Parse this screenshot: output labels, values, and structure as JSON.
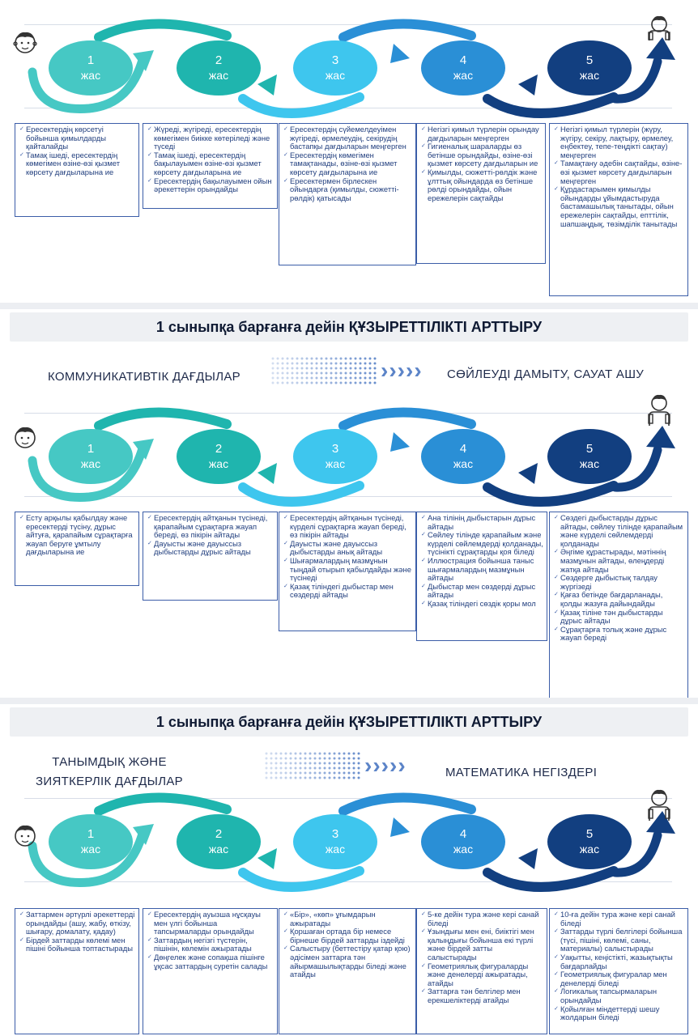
{
  "ages": [
    {
      "num": "1",
      "unit": "жас",
      "color": "#46c8c4"
    },
    {
      "num": "2",
      "unit": "жас",
      "color": "#1fb5ae"
    },
    {
      "num": "3",
      "unit": "жас",
      "color": "#3ec6ee"
    },
    {
      "num": "4",
      "unit": "жас",
      "color": "#2a8fd6"
    },
    {
      "num": "5",
      "unit": "жас",
      "color": "#123f80"
    }
  ],
  "banner_title": "1 сыныпқа барғанға дейін ҚҰЗЫРЕТТІЛІКТІ  АРТТЫРУ",
  "section1": {
    "boxes": [
      [
        "Ересектердің көрсетуі бойынша қимылдарды қайталайды",
        "Тамақ ішеді, ересектердің көмегімен өзіне-өзі қызмет көрсету дағдыларына ие"
      ],
      [
        "Жүреді, жүгіреді, ересектердің көмегімен биікке көтеріледі және түседі",
        "Тамақ ішеді, ересектердің бақылауымен өзіне-өзі қызмет көрсету дағдыларына ие",
        "Ересектердің бақылауымен ойын әрекеттерін орындайды"
      ],
      [
        "Ересектердің сүйемелдеуімен жүгіреді, өрмелеудің, секірудің бастапқы дағдыларын меңгерген",
        "Ересектердің көмегімен тамақтанады, өзіне-өзі қызмет көрсету дағдыларына ие",
        "Ересектермен бірлескен ойындарға (қимылды, сюжетті-рөлдік) қатысады"
      ],
      [
        "Негізгі қимыл түрлерін орындау дағдыларын меңгерген",
        "Гигиеналық шараларды өз бетінше орындайды, өзіне-өзі қызмет көрсету дағдыларын ие",
        "Қимылды, сюжетті-рөлдік және ұлттық ойындарда өз бетінше рөлді орындайды, ойын ережелерін сақтайды"
      ],
      [
        "Негізгі қимыл түрлерін (жүру, жүгіру, секіру, лақтыру, өрмелеу, еңбектеу, тепе-теңдікті сақтау) меңгерген",
        "Тамақтану әдебін сақтайды, өзіне-өзі қызмет көрсету дағдыларын меңгерген",
        "Құрдастарымен қимылды ойындарды ұйымдастыруда бастамашылық танытады, ойын ережелерін сақтайды, епттілік, шапшаңдық, төзімділік танытады"
      ]
    ]
  },
  "section2": {
    "skill_left": "КОММУНИКАТИВТІК ДАҒДЫЛАР",
    "skill_right": "СӨЙЛЕУДІ ДАМЫТУ, САУАТ АШУ",
    "boxes": [
      [
        "Есту арқылы қабылдау және ересектерді түсіну, дұрыс айтуға, қарапайым сұрақтарға жауап беруге ұмтылу дағдыларына ие"
      ],
      [
        "Ересектердің айтқанын түсінеді, қарапайым сұрақтарға жауап береді, өз пікірін айтады",
        "Дауысты және дауыссыз дыбыстарды дұрыс айтады"
      ],
      [
        "Ересектердің айтқанын түсінеді, күрделі сұрақтарға жауап береді, өз пікірін айтады",
        "Дауысты және дауыссыз дыбыстарды анық айтады",
        "Шығармалардың мазмұнын тыңдай отырып қабылдайды және түсінеді",
        "Қазақ тіліндегі дыбыстар мен сөздерді айтады"
      ],
      [
        "Ана тілінің дыбыстарын дұрыс айтады",
        "Сөйлеу тілінде қарапайым және күрделі сөйлемдерді қолданады, түсінікті сұрақтарды қоя біледі",
        "Иллюстрация бойынша таныс шығармалардың мазмұнын айтады",
        "Дыбыстар мен сөздерді дұрыс айтады",
        "Қазақ тіліндегі сөздік қоры мол"
      ],
      [
        "Сөздегі дыбыстарды дұрыс айтады, сөйлеу тілінде қарапайым және күрделі сөйлемдерді қолданады",
        "Әңгіме құрастырады, мәтіннің мазмұнын айтады, өлеңдерді жатқа айтады",
        "Сөздерге дыбыстық талдау жүргізеді",
        "Қағаз бетінде бағдарланады, қолды жазуға дайындайды",
        "Қазақ тіліне тән дыбыстарды дұрыс айтады",
        "Сұрақтарға толық және дұрыс жауап береді"
      ]
    ]
  },
  "section3": {
    "skill_left": "ТАНЫМДЫҚ ЖӘНЕ ЗИЯТКЕРЛІК ДАҒДЫЛАР",
    "skill_right": "МАТЕМАТИКА НЕГІЗДЕРІ",
    "boxes": [
      [
        "Заттармен әртүрлі әрекеттерді орындайды (ашу, жабу, өткізу, шығару, домалату, қадау)",
        "Бірдей заттарды көлемі мен пішіні бойынша топтастырады"
      ],
      [
        "Ересектердің ауызша нұсқауы мен үлгі бойынша тапсырмаларды орындайды",
        "Заттардың негізгі түстерін, пішінін, көлемін ажыратады",
        "Дөңгелек және сопақша пішінге ұқсас заттардың суретін салады"
      ],
      [
        "«Бір», «көп» ұғымдарын ажыратады",
        "Қоршаған ортада бір немесе бірнеше бірдей заттарды іздейді",
        "Салыстыру (беттестіру қатар қою) әдісімен заттарға тән айырмашылықтарды біледі және атайды"
      ],
      [
        "5-ке дейін тура және кері санай біледі",
        "Ұзындығы мен ені, биіктігі мен қалыңдығы бойынша екі түрлі және бірдей затты салыстырады",
        "Геометриялық фигураларды және денелерді ажыратады, атайды",
        "Заттарға тән белгілер мен ерекшеліктерді атайды"
      ],
      [
        "10-ға дейін тура және кері санай біледі",
        "Заттарды түрлі белгілері бойынша (түсі, пішіні, көлемі, саны, материалы) салыстырады",
        "Уақытты, кеңістікті, жазықтықты бағдарлайды",
        "Геометриялық фигуралар мен денелерді біледі",
        "Логикалық тапсырмаларын орындайды",
        "Қойылған міндеттерді шешу жолдарын біледі"
      ]
    ]
  }
}
